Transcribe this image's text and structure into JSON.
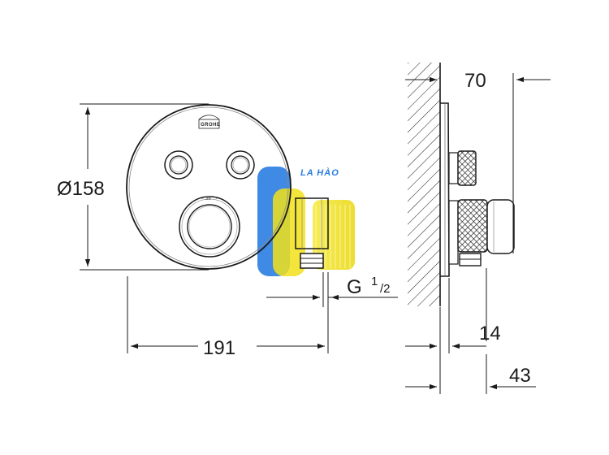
{
  "dimensions": {
    "diameter": "Ø158",
    "width": "191",
    "depth": "70",
    "thread_prefix": "G",
    "thread_sup": "1",
    "thread_sub": "/2",
    "wall_offset": "14",
    "min_depth": "43"
  },
  "front_view": {
    "logo": "GROHE",
    "dial_mark": "38"
  },
  "watermark": {
    "text": "LA HÀO"
  },
  "colors": {
    "line": "#1a1a1a",
    "watermark_blue": "#2a7de1",
    "watermark_yellow": "#f2e01a"
  }
}
